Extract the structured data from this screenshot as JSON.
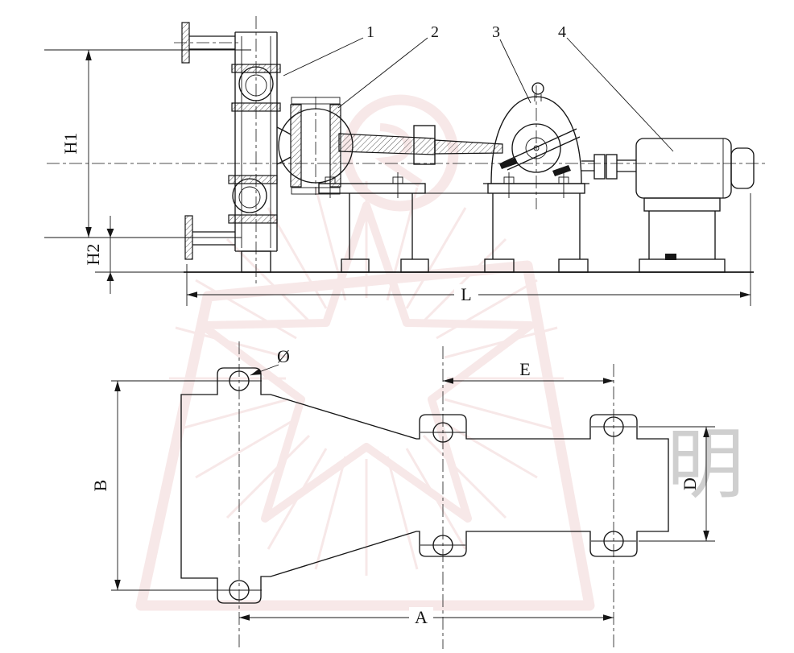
{
  "colors": {
    "line": "#161616",
    "watermark": "#d98f8f",
    "background": "#ffffff"
  },
  "labels": {
    "h1": "H1",
    "h2": "H2",
    "l": "L",
    "b": "B",
    "d": "D",
    "e": "E",
    "a": "A",
    "diameter": "Ø"
  },
  "callouts": {
    "c1": "1",
    "c2": "2",
    "c3": "3",
    "c4": "4"
  },
  "watermark": {
    "character": "明"
  }
}
